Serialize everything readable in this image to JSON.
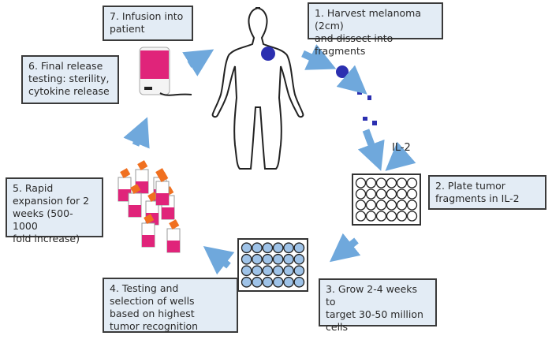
{
  "steps": [
    {
      "id": 1,
      "text": "1. Harvest melanoma (2cm)\nand dissect into fragments"
    },
    {
      "id": 2,
      "text": "2. Plate tumor\nfragments in IL-2"
    },
    {
      "id": 3,
      "text": "3. Grow 2-4 weeks to\ntarget 30-50 million\ncells"
    },
    {
      "id": 4,
      "text": "4. Testing and\nselection of wells\nbased on highest\ntumor recognition"
    },
    {
      "id": 5,
      "text": "5. Rapid\nexpansion for 2\nweeks (500-1000\nfold increase)"
    },
    {
      "id": 6,
      "text": "6. Final release\ntesting: sterility,\ncytokine release"
    },
    {
      "id": 7,
      "text": "7. Infusion into\npatient"
    }
  ],
  "il2_label": "IL-2",
  "colors": {
    "box_fill": "#e3ecf5",
    "arrow": "#6fa8dc",
    "tumor": "#2b2fb0",
    "pink": "#e0247a",
    "cap": "#f07020"
  }
}
